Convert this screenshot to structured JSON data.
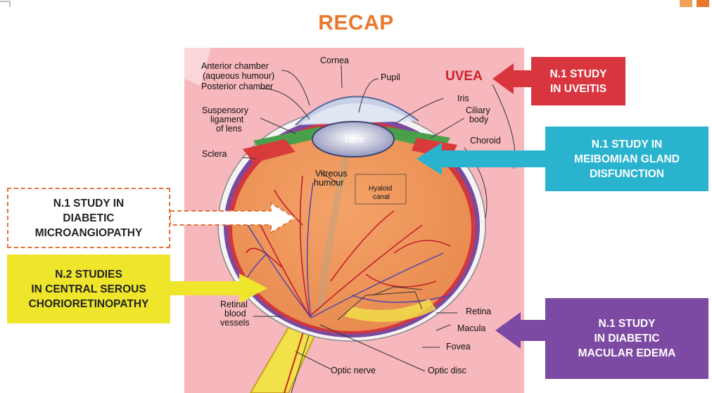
{
  "title": "RECAP",
  "uvea_label": "UVEA",
  "colors": {
    "title": "#e8782c",
    "red_box": "#d9353e",
    "cyan_box": "#29b3cf",
    "yellow_box": "#efe62b",
    "purple_box": "#7d4aa3",
    "dashed_border": "#e4733a",
    "background_panel": "#f6b7bd"
  },
  "callouts": {
    "uveitis": "N.1 STUDY\nIN UVEITIS",
    "meibomian": "N.1 STUDY IN\nMEIBOMIAN GLAND\nDISFUNCTION",
    "diabetic_micro": "N.1 STUDY IN\nDIABETIC\nMICROANGIOPATHY",
    "central_serous": "N.2 STUDIES\nIN CENTRAL SEROUS\nCHORIORETINOPATHY",
    "macular_edema": "N.1 STUDY\nIN DIABETIC\nMACULAR EDEMA"
  },
  "anatomy": {
    "anterior_chamber": "Anterior chamber",
    "aqueous_humour": "(aqueous humour)",
    "posterior_chamber": "Posterior chamber",
    "cornea": "Cornea",
    "pupil": "Pupil",
    "iris": "Iris",
    "ciliary": "Ciliary",
    "body": "body",
    "suspensory": "Suspensory",
    "ligament": "ligament",
    "of_lens": "of lens",
    "lens": "Lens",
    "choroid": "Choroid",
    "sclera": "Sclera",
    "vitreous": "Vitreous",
    "humour": "humour",
    "hyaloid": "Hyaloid",
    "canal": "canal",
    "retinal": "Retinal",
    "blood": "blood",
    "vessels": "vessels",
    "retina": "Retina",
    "macula": "Macula",
    "fovea": "Fovea",
    "optic_disc": "Optic disc",
    "optic_nerve": "Optic nerve"
  }
}
